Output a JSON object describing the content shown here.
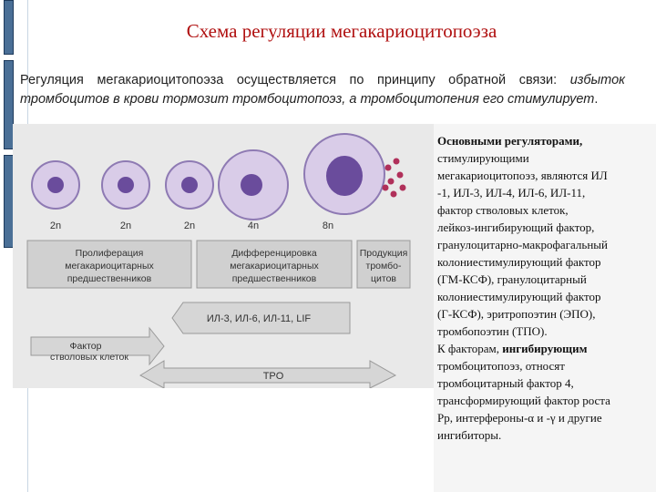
{
  "title": "Схема регуляции мегакариоцитопоэза",
  "intro": {
    "plain": "Регуляция мегакариоцитопоэза осуществляется по принципу обратной связи: ",
    "italic_line1": "избыток",
    "italic_rest": "тромбоцитов в крови тормозит тромбоцитопоэз, а тромбоцитопения его стимулирует",
    "end": "."
  },
  "figure": {
    "cell_labels": [
      "2n",
      "2n",
      "2n",
      "4n",
      "8n"
    ],
    "box_proliferation": [
      "Пролиферация",
      "мегакариоцитарных",
      "предшественников"
    ],
    "box_differentiation": [
      "Дифференцировка",
      "мегакариоцитарных",
      "предшественников"
    ],
    "box_production": [
      "Продукция",
      "тромбо-",
      "цитов"
    ],
    "cytokines_label": "ИЛ-3, ИЛ-6, ИЛ-11, LIF",
    "stem_factor_label": [
      "Фактор",
      "стволовых клеток"
    ],
    "tpo_label": "TPO"
  },
  "regulators": {
    "line1": "Основными регуляторами,",
    "line2": "стимулирующими",
    "line3": "мегакариоцитопоэз, являются ИЛ",
    "line4": "-1, ИЛ-3, ИЛ-4, ИЛ-6, ИЛ-11,",
    "line5": "фактор стволовых клеток,",
    "line6": "лейкоз-ингибирующий фактор,",
    "line7": "гранулоцитарно-макрофагальный",
    "line8": "колониестимулирующий фактор",
    "line9": "(ГМ-КСФ), гранулоцитарный",
    "line10": "колониестимулирующий фактор",
    "line11": "(Г-КСФ), эритропоэтин (ЭПО),",
    "line12": "тромбопоэтин (ТПО).",
    "line13_plain": "К факторам, ",
    "line13_bold": "ингибирующим",
    "line14": "тромбоцитопоэз, относят",
    "line15": "тромбоцитарный фактор 4,",
    "line16": "трансформирующий фактор роста",
    "line17": "Рр, интерфероны-α и -γ и другие",
    "line18": "ингибиторы."
  },
  "colors": {
    "title": "#b01010",
    "cell_fill": "#d9cce8",
    "cell_stroke": "#8e7ab3",
    "nucleus": "#6a4c9c",
    "platelet": "#b0305a",
    "arrow_fill": "#d6d6d6",
    "sidebar": "#4a6f96"
  }
}
